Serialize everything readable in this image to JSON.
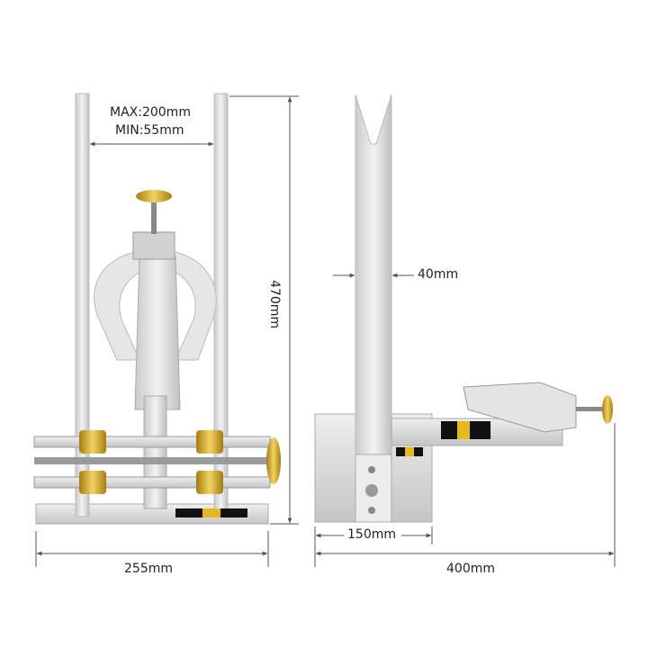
{
  "dimensions": {
    "max_width": "MAX:200mm",
    "min_width": "MIN:55mm",
    "height": "470mm",
    "front_width": "255mm",
    "upright_width": "40mm",
    "base_depth": "150mm",
    "total_depth": "400mm"
  },
  "colors": {
    "aluminum": "#d9dadc",
    "brass": "#d4a82a",
    "dimension_line": "#555555"
  }
}
